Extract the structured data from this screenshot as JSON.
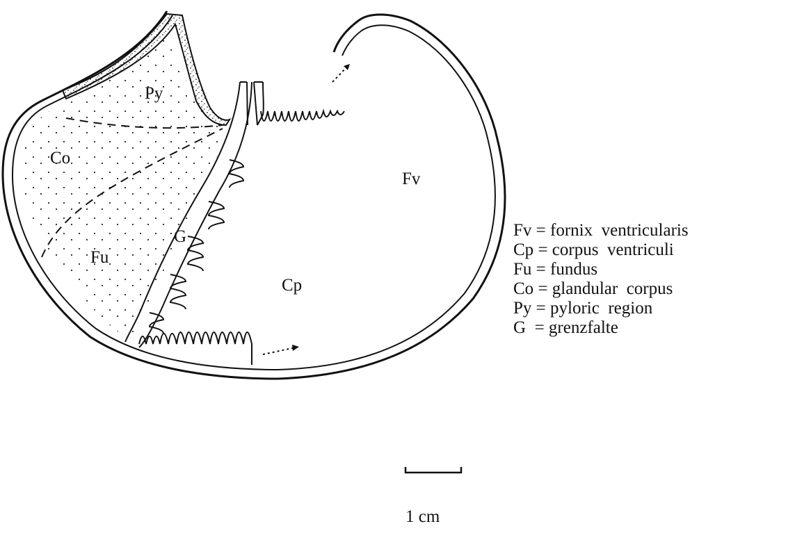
{
  "regions": [
    {
      "id": "Fv",
      "label": "Fv"
    },
    {
      "id": "Cp",
      "label": "Cp"
    },
    {
      "id": "Fu",
      "label": "Fu"
    },
    {
      "id": "Co",
      "label": "Co"
    },
    {
      "id": "Py",
      "label": "Py"
    },
    {
      "id": "G",
      "label": "G"
    }
  ],
  "legend": [
    {
      "abbr": "Fv",
      "text": "fornix  ventricularis"
    },
    {
      "abbr": "Cp",
      "text": "corpus  ventriculi"
    },
    {
      "abbr": "Fu",
      "text": "fundus"
    },
    {
      "abbr": "Co",
      "text": "glandular  corpus"
    },
    {
      "abbr": "Py",
      "text": "pyloric  region"
    },
    {
      "abbr": "G",
      "text": "grenzfalte"
    }
  ],
  "scale_bar": {
    "label": "1 cm"
  }
}
